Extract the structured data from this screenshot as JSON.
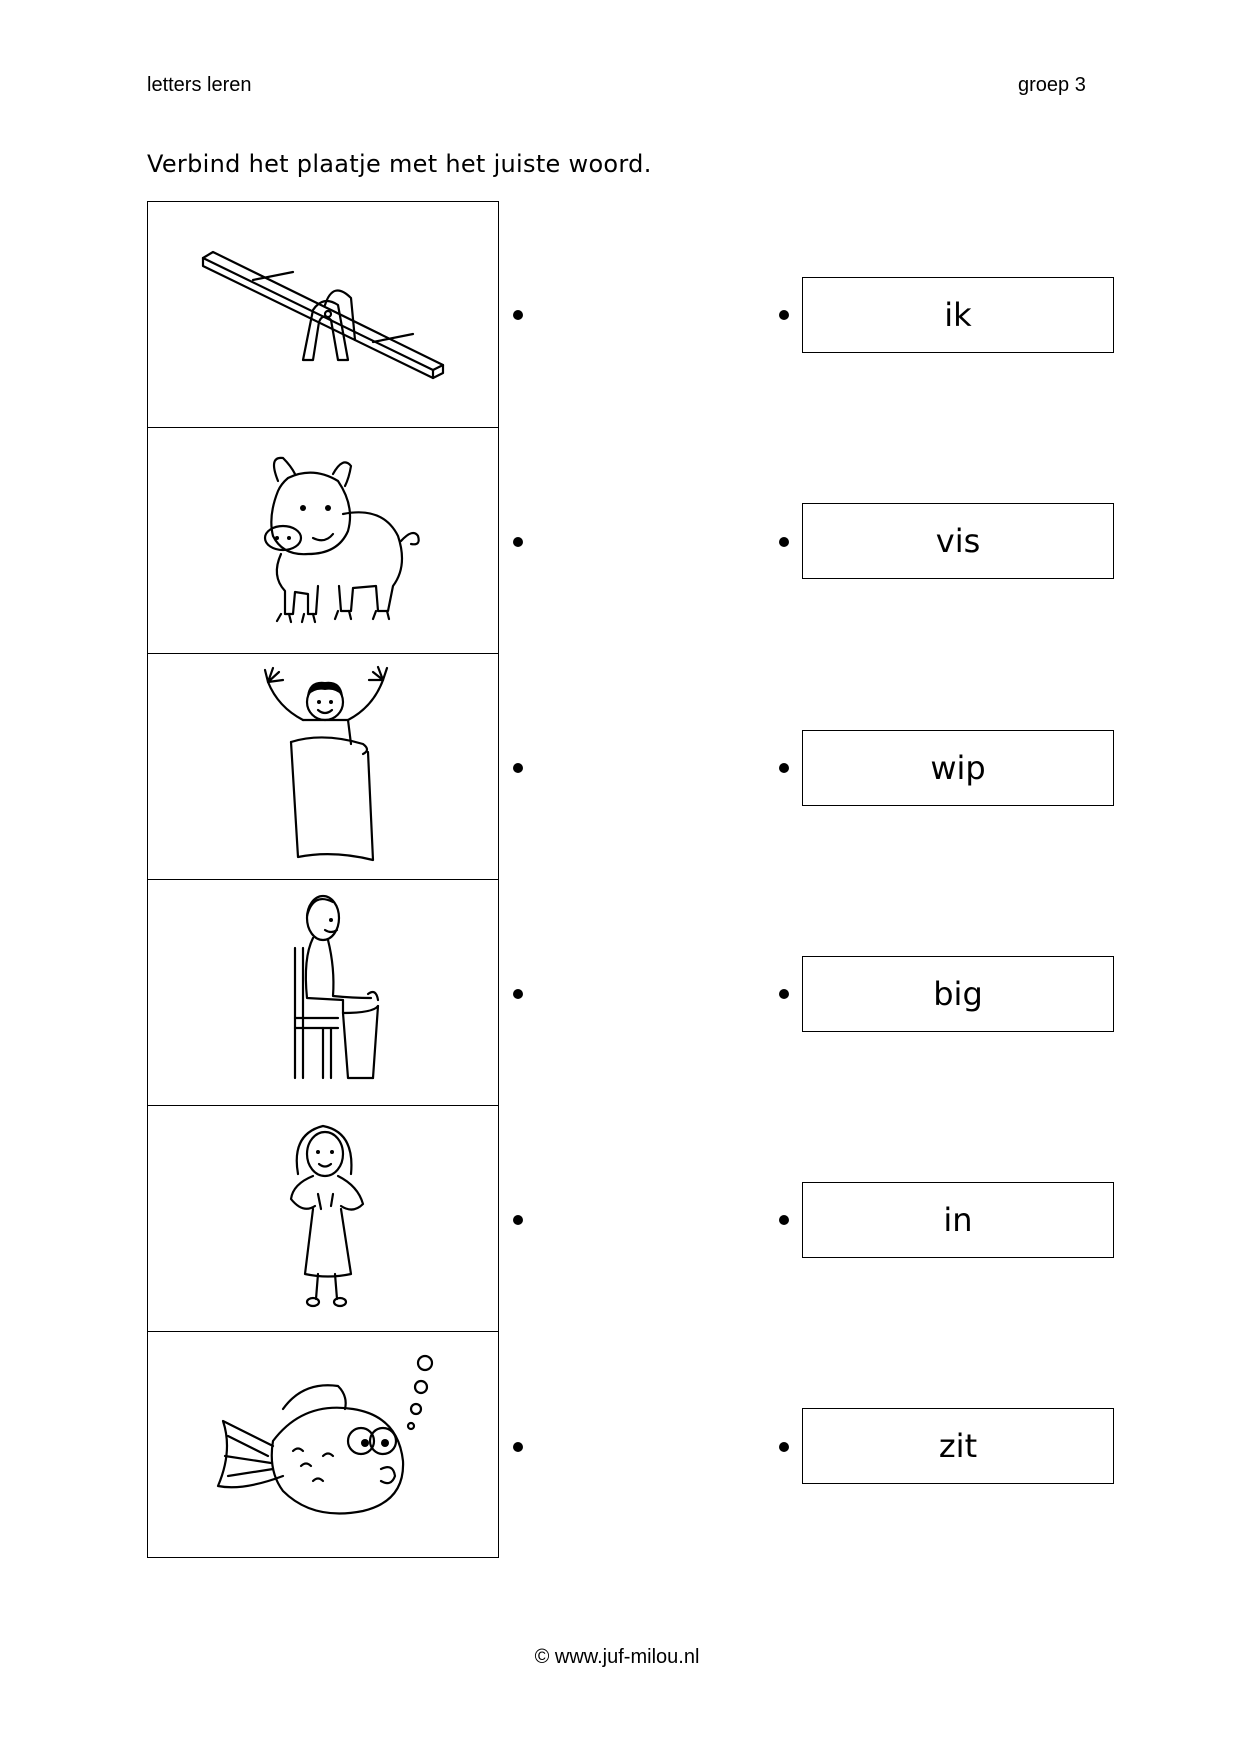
{
  "header": {
    "left": "letters leren",
    "right": "groep 3"
  },
  "instruction": "Verbind het plaatje met het juiste woord.",
  "pictures": [
    {
      "icon": "seesaw-icon"
    },
    {
      "icon": "pig-icon"
    },
    {
      "icon": "boy-in-tube-icon"
    },
    {
      "icon": "sitting-man-icon"
    },
    {
      "icon": "girl-icon"
    },
    {
      "icon": "fish-icon"
    }
  ],
  "words": [
    "ik",
    "vis",
    "wip",
    "big",
    "in",
    "zit"
  ],
  "footer": "© www.juf-milou.nl"
}
